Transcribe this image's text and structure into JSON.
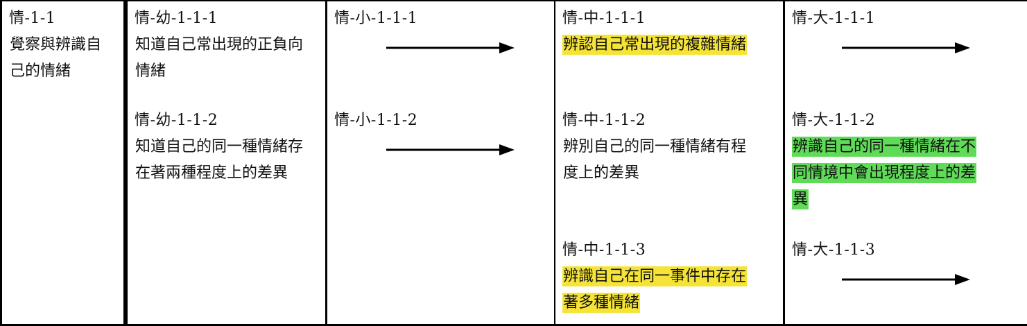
{
  "colors": {
    "highlight_yellow": "#F5E437",
    "highlight_green": "#5FDB58",
    "border": "#000000"
  },
  "table": {
    "columns": [
      {
        "name": "goal-column",
        "blocks": [
          {
            "type": "text",
            "code": "情-1-1",
            "text": "覺察與辨識自己的情緒",
            "highlight": ""
          }
        ]
      },
      {
        "name": "preschool-column",
        "blocks": [
          {
            "type": "text",
            "code": "情-幼-1-1-1",
            "text": "知道自己常出現的正負向情緒",
            "highlight": ""
          },
          {
            "type": "text",
            "code": "情-幼-1-1-2",
            "text": "知道自己的同一種情緒存在著兩種程度上的差異",
            "highlight": ""
          }
        ]
      },
      {
        "name": "lower-elementary-column",
        "blocks": [
          {
            "type": "arrow",
            "code": "情-小-1-1-1"
          },
          {
            "type": "arrow",
            "code": "情-小-1-1-2"
          }
        ]
      },
      {
        "name": "middle-column",
        "blocks": [
          {
            "type": "text",
            "code": "情-中-1-1-1",
            "text": "辨認自己常出現的複雜情緒",
            "highlight": "#F5E437"
          },
          {
            "type": "text",
            "code": "情-中-1-1-2",
            "text": "辨別自己的同一種情緒有程度上的差異",
            "highlight": ""
          },
          {
            "type": "text",
            "code": "情-中-1-1-3",
            "text": "辨識自己在同一事件中存在著多種情緒",
            "highlight": "#F5E437"
          }
        ]
      },
      {
        "name": "upper-column",
        "blocks": [
          {
            "type": "arrow",
            "code": "情-大-1-1-1"
          },
          {
            "type": "text",
            "code": "情-大-1-1-2",
            "text": "辨識自己的同一種情緒在不同情境中會出現程度上的差異",
            "highlight": "#5FDB58"
          },
          {
            "type": "arrow",
            "code": "情-大-1-1-3"
          }
        ]
      }
    ]
  }
}
